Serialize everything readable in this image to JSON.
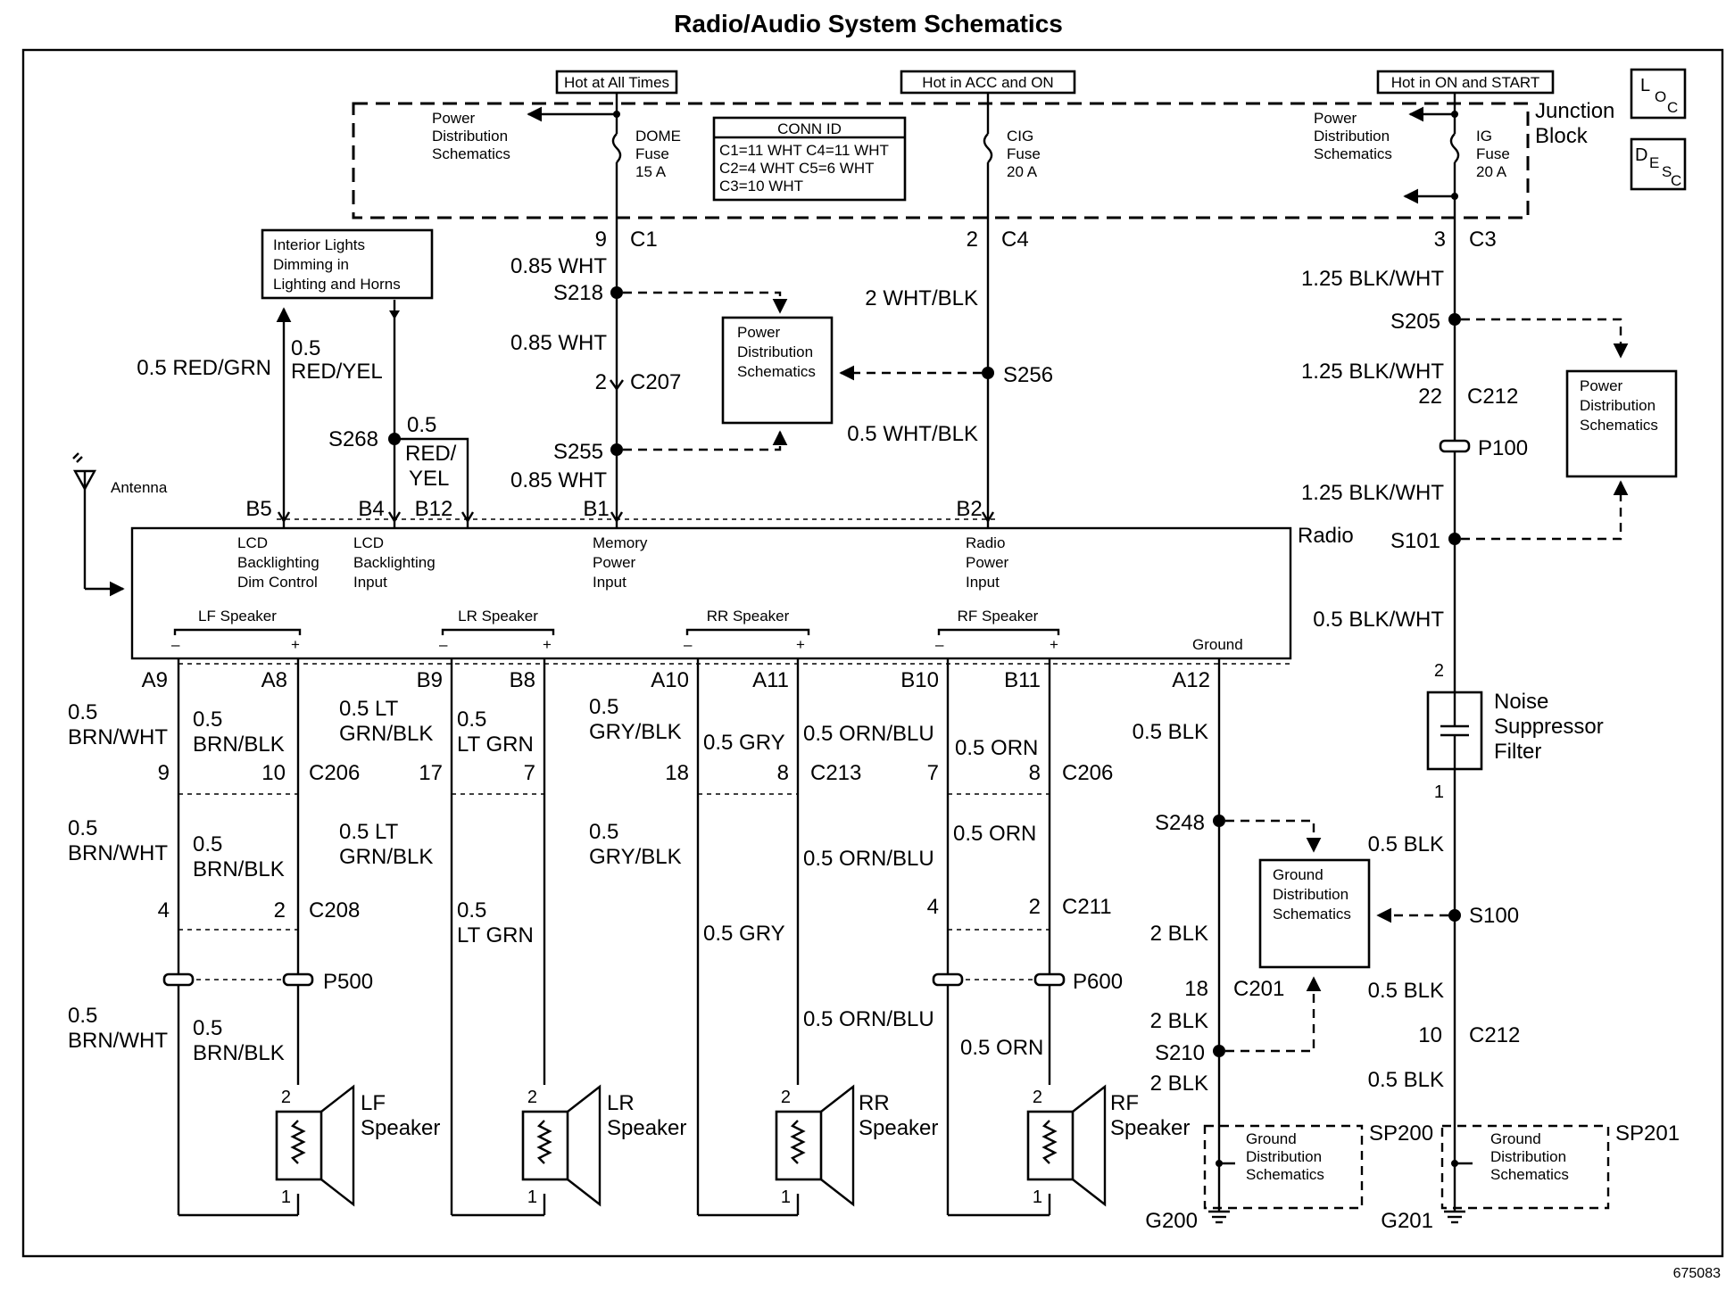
{
  "title": "Radio/Audio System Schematics",
  "figure_id": "675083",
  "power": {
    "hot_always": "Hot at All Times",
    "hot_acc_on": "Hot in ACC and ON",
    "hot_on_start": "Hot in ON and START",
    "junction_block": [
      "Junction",
      "Block"
    ],
    "dome_fuse": [
      "DOME",
      "Fuse",
      "15 A"
    ],
    "cig_fuse": [
      "CIG",
      "Fuse",
      "20 A"
    ],
    "ig_fuse": [
      "IG",
      "Fuse",
      "20 A"
    ],
    "power_dist": [
      "Power",
      "Distribution",
      "Schematics"
    ],
    "conn_id": {
      "title": "CONN ID",
      "rows": [
        "C1=11 WHT   C4=11 WHT",
        "C2=4 WHT     C5=6 WHT",
        "C3=10 WHT"
      ]
    }
  },
  "icons": {
    "loc": [
      "L",
      "O",
      "C"
    ],
    "desc": [
      "D",
      "E",
      "S",
      "C"
    ]
  },
  "interior_lights": [
    "Interior Lights",
    "Dimming in",
    "Lighting and Horns"
  ],
  "antenna": "Antenna",
  "radio": {
    "label": "Radio",
    "pins_top": [
      "B5",
      "B4",
      "B12",
      "B1",
      "B2"
    ],
    "inputs": [
      [
        "LCD",
        "Backlighting",
        "Dim Control"
      ],
      [
        "LCD",
        "Backlighting",
        "Input"
      ],
      [
        "Memory",
        "Power",
        "Input"
      ],
      [
        "Radio",
        "Power",
        "Input"
      ]
    ],
    "speakers": [
      "LF Speaker",
      "LR Speaker",
      "RR Speaker",
      "RF Speaker"
    ],
    "ground": "Ground",
    "pins_bottom": [
      "A9",
      "A8",
      "B9",
      "B8",
      "A10",
      "A11",
      "B10",
      "B11",
      "A12"
    ]
  },
  "wires": {
    "memory": [
      "0.85 WHT",
      "0.85 WHT",
      "0.85 WHT"
    ],
    "cig": [
      "2 WHT/BLK",
      "0.5 WHT/BLK"
    ],
    "ig": [
      "1.25 BLK/WHT",
      "1.25 BLK/WHT",
      "1.25 BLK/WHT",
      "0.5 BLK/WHT"
    ],
    "red_grn": "0.5 RED/GRN",
    "red_yel": [
      "0.5",
      "RED/YEL"
    ],
    "red_yel_b12": [
      "0.5",
      "RED/",
      "YEL"
    ],
    "lf_neg": [
      "0.5",
      "BRN/WHT"
    ],
    "lf_pos": [
      "0.5",
      "BRN/BLK"
    ],
    "lr_neg": [
      "0.5 LT",
      "GRN/BLK"
    ],
    "lr_pos": [
      "0.5",
      "LT GRN"
    ],
    "rr_neg": [
      "0.5",
      "GRY/BLK"
    ],
    "rr_pos": "0.5 GRY",
    "rf_neg": "0.5 ORN/BLU",
    "rf_pos": "0.5 ORN",
    "gnd": [
      "0.5 BLK",
      "2 BLK",
      "2 BLK",
      "2 BLK"
    ],
    "filter_gnd": [
      "0.5 BLK",
      "0.5 BLK",
      "0.5 BLK"
    ]
  },
  "connectors": {
    "c1": "C1",
    "c4": "C4",
    "c3": "C3",
    "c207": "C207",
    "c212": "C212",
    "c206": "C206",
    "c213": "C213",
    "c208": "C208",
    "c211": "C211",
    "c201": "C201",
    "p100": "P100",
    "p500": "P500",
    "p600": "P600"
  },
  "pin_numbers": {
    "c1": "9",
    "c4": "2",
    "c3": "3",
    "c207": "2",
    "c212a": "22",
    "c206": [
      "9",
      "10",
      "17",
      "7"
    ],
    "c213": [
      "18",
      "8"
    ],
    "c206b": [
      "7",
      "8"
    ],
    "c208": [
      "4",
      "2"
    ],
    "c211": [
      "4",
      "2"
    ],
    "c201": "18",
    "c212b": "10",
    "filter": [
      "2",
      "1"
    ],
    "spk": [
      "2",
      "1"
    ]
  },
  "splices": {
    "s218": "S218",
    "s255": "S255",
    "s256": "S256",
    "s268": "S268",
    "s205": "S205",
    "s101": "S101",
    "s248": "S248",
    "s100": "S100",
    "s210": "S210",
    "sp200": "SP200",
    "sp201": "SP201"
  },
  "grounds": {
    "g200": "G200",
    "g201": "G201",
    "gnd_dist": [
      "Ground",
      "Distribution",
      "Schematics"
    ]
  },
  "noise_filter": [
    "Noise",
    "Suppressor",
    "Filter"
  ],
  "speakers": [
    [
      "LF",
      "Speaker"
    ],
    [
      "LR",
      "Speaker"
    ],
    [
      "RR",
      "Speaker"
    ],
    [
      "RF",
      "Speaker"
    ]
  ]
}
